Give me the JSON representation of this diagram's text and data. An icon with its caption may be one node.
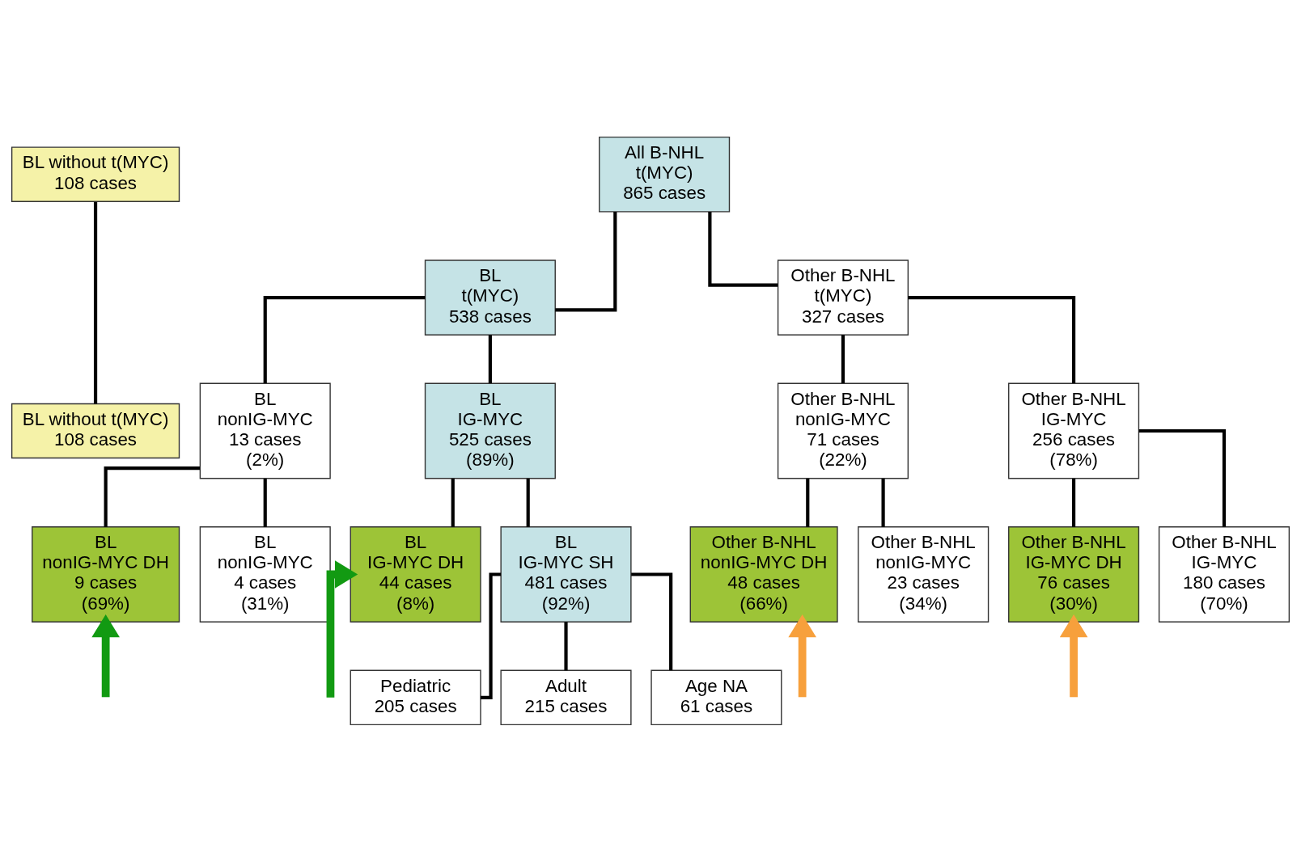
{
  "diagram": {
    "nodes": [
      {
        "text": [
          "BL without t(MYC)",
          "108 cases"
        ]
      },
      {
        "text": [
          "All B-NHL",
          "t(MYC)",
          "865 cases"
        ]
      },
      {
        "text": [
          "BL",
          "t(MYC)",
          "538 cases"
        ]
      },
      {
        "text": [
          "Other B-NHL",
          "t(MYC)",
          "327 cases"
        ]
      },
      {
        "text": [
          "BL without t(MYC)",
          "108 cases"
        ]
      },
      {
        "text": [
          "BL",
          "nonIG-MYC",
          "13 cases",
          "(2%)"
        ]
      },
      {
        "text": [
          "BL",
          "IG-MYC",
          "525 cases",
          "(89%)"
        ]
      },
      {
        "text": [
          "Other B-NHL",
          "nonIG-MYC",
          "71 cases",
          "(22%)"
        ]
      },
      {
        "text": [
          "Other B-NHL",
          "IG-MYC",
          "256 cases",
          "(78%)"
        ]
      },
      {
        "text": [
          "BL",
          "nonIG-MYC DH",
          "9 cases",
          "(69%)"
        ]
      },
      {
        "text": [
          "BL",
          "nonIG-MYC",
          "4 cases",
          "(31%)"
        ]
      },
      {
        "text": [
          "BL",
          "IG-MYC DH",
          "44 cases",
          "(8%)"
        ]
      },
      {
        "text": [
          "BL",
          "IG-MYC SH",
          "481 cases",
          "(92%)"
        ]
      },
      {
        "text": [
          "Other B-NHL",
          "nonIG-MYC DH",
          "48 cases",
          "(66%)"
        ]
      },
      {
        "text": [
          "Other B-NHL",
          "nonIG-MYC",
          "23 cases",
          "(34%)"
        ]
      },
      {
        "text": [
          "Other B-NHL",
          "IG-MYC DH",
          "76 cases",
          "(30%)"
        ]
      },
      {
        "text": [
          "Other B-NHL",
          "IG-MYC",
          "180 cases",
          "(70%)"
        ]
      },
      {
        "text": [
          "Pediatric",
          "205 cases"
        ]
      },
      {
        "text": [
          "Adult",
          "215 cases"
        ]
      },
      {
        "text": [
          "Age NA",
          "61 cases"
        ]
      }
    ],
    "edges": [
      {
        "from": 0,
        "to": 4,
        "arrow": "none"
      },
      {
        "from": 1,
        "to": 2,
        "arrow": "none"
      },
      {
        "from": 1,
        "to": 3,
        "arrow": "none"
      },
      {
        "from": 2,
        "to": 5,
        "arrow": "none"
      },
      {
        "from": 2,
        "to": 6,
        "arrow": "none"
      },
      {
        "from": 3,
        "to": 7,
        "arrow": "none"
      },
      {
        "from": 3,
        "to": 8,
        "arrow": "none"
      },
      {
        "from": 5,
        "to": 9,
        "arrow": "none"
      },
      {
        "from": 5,
        "to": 10,
        "arrow": "none"
      },
      {
        "from": 6,
        "to": 11,
        "arrow": "none"
      },
      {
        "from": 6,
        "to": 12,
        "arrow": "none"
      },
      {
        "from": 7,
        "to": 13,
        "arrow": "none"
      },
      {
        "from": 7,
        "to": 14,
        "arrow": "none"
      },
      {
        "from": 8,
        "to": 15,
        "arrow": "none"
      },
      {
        "from": 8,
        "to": 16,
        "arrow": "none"
      },
      {
        "from": 12,
        "to": 17,
        "arrow": "none"
      },
      {
        "from": 12,
        "to": 18,
        "arrow": "none"
      },
      {
        "from": 12,
        "to": 19,
        "arrow": "none"
      },
      {
        "from": null,
        "to": 9,
        "arrow": "to",
        "style": "thick",
        "color": "#129a12"
      },
      {
        "from": null,
        "to": 11,
        "arrow": "to",
        "style": "thick",
        "color": "#129a12"
      },
      {
        "from": null,
        "to": 13,
        "arrow": "to",
        "style": "thick",
        "color": "#f7a03c"
      },
      {
        "from": null,
        "to": 15,
        "arrow": "to",
        "style": "thick",
        "color": "#f7a03c"
      }
    ]
  }
}
